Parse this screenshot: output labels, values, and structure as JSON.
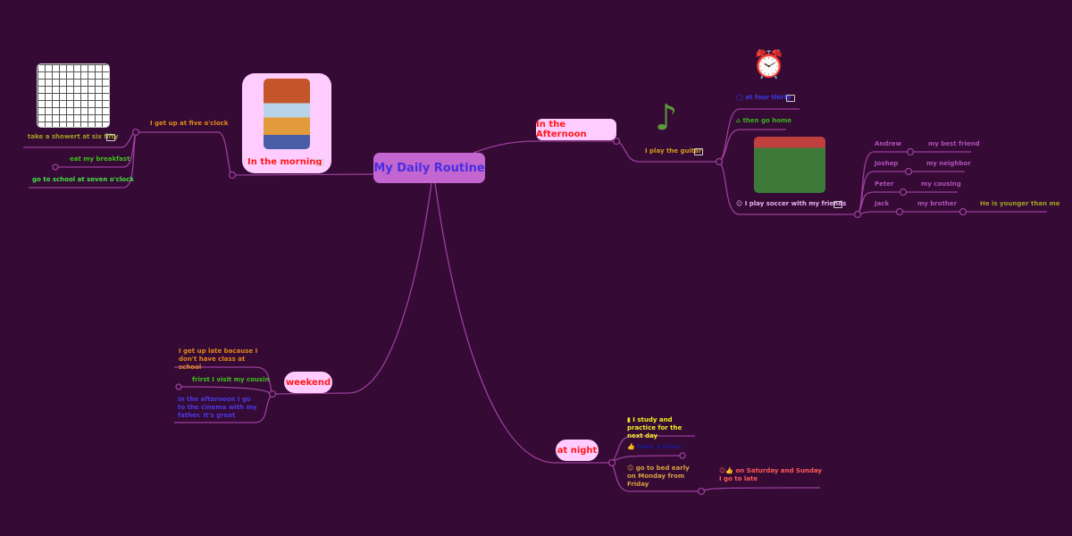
{
  "center": {
    "label": "My Daily Routine"
  },
  "morning": {
    "label": "In the morning",
    "child": "I get up at five o'clock",
    "items": [
      "take a showert at six fifty",
      "eat my breakfast",
      "go to school at seven o'clock"
    ]
  },
  "afternoon": {
    "label": "In the Afternoon",
    "child": "I play the guitar",
    "items": [
      "at four thirty",
      "then go home",
      "I play soccer with my friends"
    ],
    "friends": [
      {
        "name": "Andrew",
        "rel": "my best friend"
      },
      {
        "name": "Joshep",
        "rel": "my neighbor"
      },
      {
        "name": "Peter",
        "rel": "my cousing"
      },
      {
        "name": "Jack",
        "rel": "my brother",
        "note": "He is younger than me"
      }
    ]
  },
  "weekend": {
    "label": "weekend",
    "items": [
      "I get up late bacause I don't have class at school",
      "frirst I visit my cousin",
      "In the afternoon I go to the cinema with my father. It's great"
    ]
  },
  "night": {
    "label": "at night",
    "items": [
      "I study and practice for the next day",
      "have a diner",
      "go to bed early on Monday from Friday"
    ],
    "sub": "on Saturday and Sunday I go to late"
  },
  "colors": {
    "background": "#350a35",
    "line": "#9a3f9a",
    "center_fill": "#c366d0",
    "branch_fill": "#ffccff",
    "branch_text": "#ff1a1a"
  }
}
